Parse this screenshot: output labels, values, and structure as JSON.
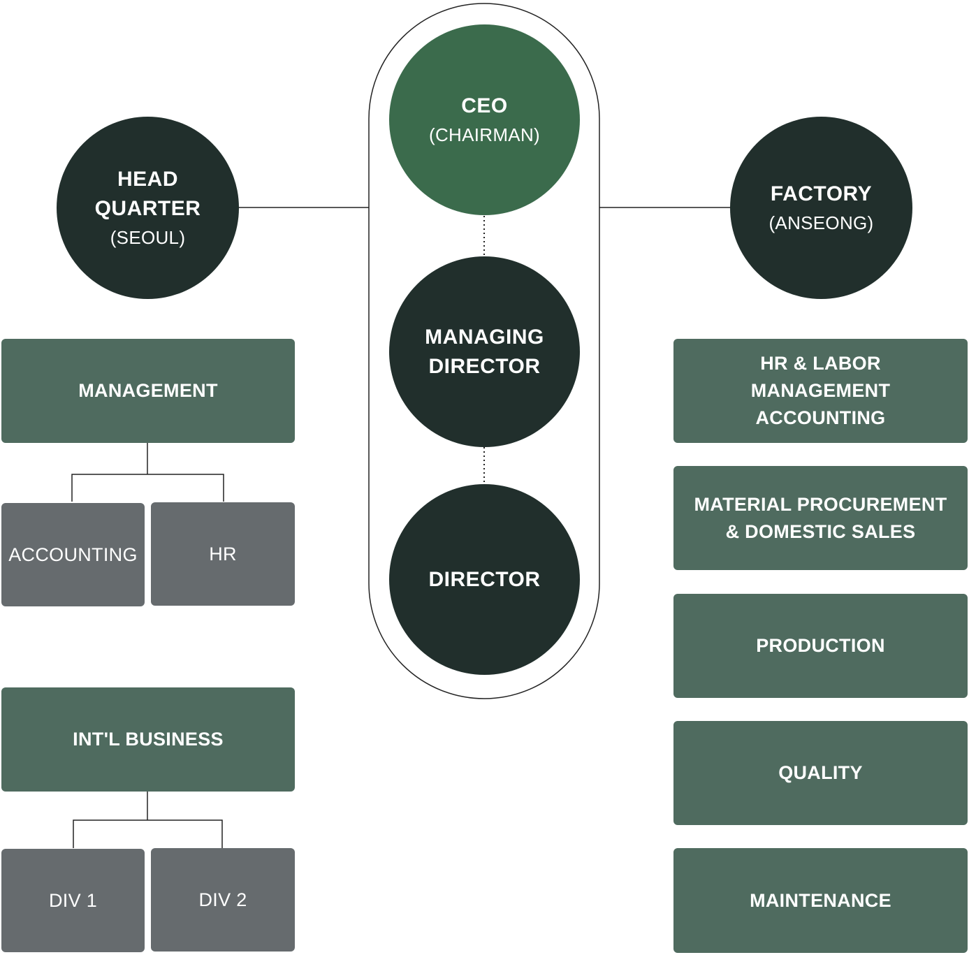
{
  "center": {
    "ceo": {
      "title": "CEO",
      "subtitle": "(CHAIRMAN)"
    },
    "managing_director": {
      "title": "MANAGING\nDIRECTOR"
    },
    "director": {
      "title": "DIRECTOR"
    }
  },
  "head_quarter": {
    "title": "HEAD\nQUARTER",
    "subtitle": "(SEOUL)",
    "groups": [
      {
        "label": "MANAGEMENT",
        "children": [
          "ACCOUNTING",
          "HR"
        ]
      },
      {
        "label": "INT'L BUSINESS",
        "children": [
          "DIV 1",
          "DIV 2"
        ]
      }
    ]
  },
  "factory": {
    "title": "FACTORY",
    "subtitle": "(ANSEONG)",
    "departments": [
      "HR & LABOR\nMANAGEMENT\nACCOUNTING",
      "MATERIAL PROCUREMENT\n& DOMESTIC SALES",
      "PRODUCTION",
      "QUALITY",
      "MAINTENANCE"
    ]
  },
  "colors": {
    "dark_node": "#212f2c",
    "ceo_node": "#3b6b4c",
    "department_box": "#4f6b5f",
    "sub_unit_box": "#666b6e",
    "connector": "#222222"
  }
}
